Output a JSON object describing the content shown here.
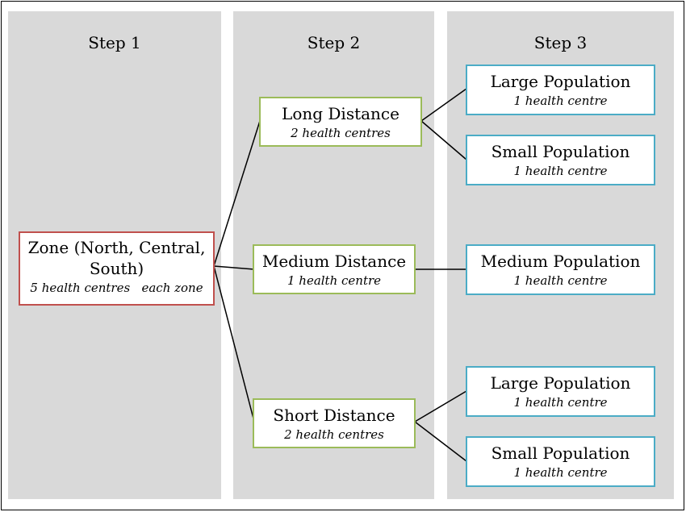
{
  "columns": {
    "step1": "Step 1",
    "step2": "Step 2",
    "step3": "Step 3"
  },
  "zone": {
    "title": "Zone (North, Central, South)",
    "subtitle": "5 health centres   each zone"
  },
  "distance": {
    "long": {
      "title": "Long Distance",
      "subtitle": "2 health centres"
    },
    "medium": {
      "title": "Medium Distance",
      "subtitle": "1 health centre"
    },
    "short": {
      "title": "Short Distance",
      "subtitle": "2 health centres"
    }
  },
  "population": {
    "long_large": {
      "title": "Large Population",
      "subtitle": "1 health centre"
    },
    "long_small": {
      "title": "Small Population",
      "subtitle": "1 health centre"
    },
    "medium_medium": {
      "title": "Medium Population",
      "subtitle": "1 health centre"
    },
    "short_large": {
      "title": "Large Population",
      "subtitle": "1 health centre"
    },
    "short_small": {
      "title": "Small Population",
      "subtitle": "1 health centre"
    }
  },
  "colors": {
    "zone_border": "#c0504d",
    "distance_border": "#9bbb59",
    "population_border": "#4bacc6",
    "column_bg": "#d9d9d9"
  }
}
